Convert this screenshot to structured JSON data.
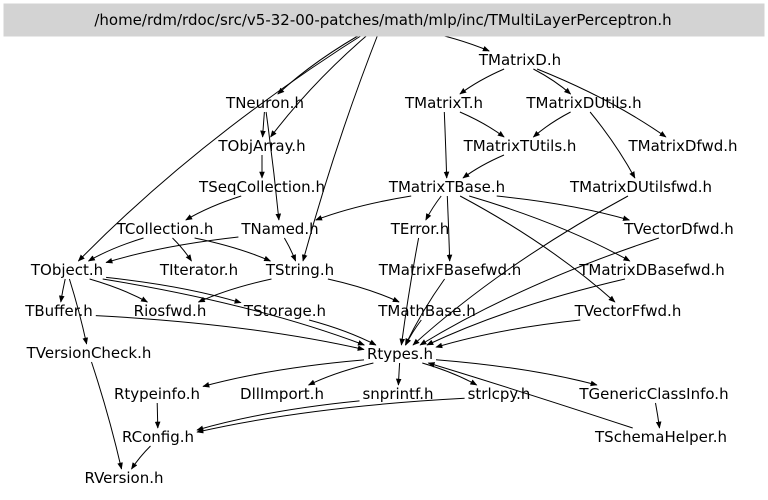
{
  "title": "/home/rdm/rdoc/src/v5-32-00-patches/math/mlp/inc/TMultiLayerPerceptron.h",
  "colors": {
    "root_fill": "#d3d3d3",
    "edge": "#000000",
    "text": "#000000",
    "background": "#ffffff"
  },
  "nodes": [
    {
      "id": "root",
      "label": "/home/rdm/rdoc/src/v5-32-00-patches/math/mlp/inc/TMultiLayerPerceptron.h",
      "root": true
    },
    {
      "id": "TMatrixD",
      "label": "TMatrixD.h"
    },
    {
      "id": "TNeuron",
      "label": "TNeuron.h"
    },
    {
      "id": "TMatrixT",
      "label": "TMatrixT.h"
    },
    {
      "id": "TMatrixDUtils",
      "label": "TMatrixDUtils.h"
    },
    {
      "id": "TObjArray",
      "label": "TObjArray.h"
    },
    {
      "id": "TMatrixTUtils",
      "label": "TMatrixTUtils.h"
    },
    {
      "id": "TMatrixDfwd",
      "label": "TMatrixDfwd.h"
    },
    {
      "id": "TSeqCollection",
      "label": "TSeqCollection.h"
    },
    {
      "id": "TMatrixTBase",
      "label": "TMatrixTBase.h"
    },
    {
      "id": "TMatrixDUtilsfwd",
      "label": "TMatrixDUtilsfwd.h"
    },
    {
      "id": "TCollection",
      "label": "TCollection.h"
    },
    {
      "id": "TNamed",
      "label": "TNamed.h"
    },
    {
      "id": "TError",
      "label": "TError.h"
    },
    {
      "id": "TVectorDfwd",
      "label": "TVectorDfwd.h"
    },
    {
      "id": "TObject",
      "label": "TObject.h"
    },
    {
      "id": "TIterator",
      "label": "TIterator.h"
    },
    {
      "id": "TString",
      "label": "TString.h"
    },
    {
      "id": "TMatrixFBasefwd",
      "label": "TMatrixFBasefwd.h"
    },
    {
      "id": "TMatrixDBasefwd",
      "label": "TMatrixDBasefwd.h"
    },
    {
      "id": "TBuffer",
      "label": "TBuffer.h"
    },
    {
      "id": "Riosfwd",
      "label": "Riosfwd.h"
    },
    {
      "id": "TStorage",
      "label": "TStorage.h"
    },
    {
      "id": "TMathBase",
      "label": "TMathBase.h"
    },
    {
      "id": "TVectorFfwd",
      "label": "TVectorFfwd.h"
    },
    {
      "id": "TVersionCheck",
      "label": "TVersionCheck.h"
    },
    {
      "id": "Rtypes",
      "label": "Rtypes.h"
    },
    {
      "id": "Rtypeinfo",
      "label": "Rtypeinfo.h"
    },
    {
      "id": "DllImport",
      "label": "DllImport.h"
    },
    {
      "id": "snprintf",
      "label": "snprintf.h"
    },
    {
      "id": "strlcpy",
      "label": "strlcpy.h"
    },
    {
      "id": "TGenericClassInfo",
      "label": "TGenericClassInfo.h"
    },
    {
      "id": "RConfig",
      "label": "RConfig.h"
    },
    {
      "id": "TSchemaHelper",
      "label": "TSchemaHelper.h"
    },
    {
      "id": "RVersion",
      "label": "RVersion.h"
    }
  ],
  "edges": [
    [
      "root",
      "TMatrixD"
    ],
    [
      "root",
      "TNeuron"
    ],
    [
      "root",
      "TObjArray"
    ],
    [
      "root",
      "TObject"
    ],
    [
      "root",
      "TString"
    ],
    [
      "TMatrixD",
      "TMatrixT"
    ],
    [
      "TMatrixD",
      "TMatrixDUtils"
    ],
    [
      "TMatrixD",
      "TMatrixDfwd"
    ],
    [
      "TNeuron",
      "TObjArray"
    ],
    [
      "TNeuron",
      "TNamed"
    ],
    [
      "TObjArray",
      "TSeqCollection"
    ],
    [
      "TSeqCollection",
      "TCollection"
    ],
    [
      "TCollection",
      "TObject"
    ],
    [
      "TCollection",
      "TIterator"
    ],
    [
      "TCollection",
      "TString"
    ],
    [
      "TNamed",
      "TObject"
    ],
    [
      "TNamed",
      "TString"
    ],
    [
      "TMatrixT",
      "TMatrixTBase"
    ],
    [
      "TMatrixT",
      "TMatrixTUtils"
    ],
    [
      "TMatrixDUtils",
      "TMatrixTUtils"
    ],
    [
      "TMatrixDUtils",
      "TMatrixDUtilsfwd"
    ],
    [
      "TMatrixTUtils",
      "TMatrixTBase"
    ],
    [
      "TMatrixTBase",
      "TNamed"
    ],
    [
      "TMatrixTBase",
      "TError"
    ],
    [
      "TMatrixTBase",
      "TVectorDfwd"
    ],
    [
      "TMatrixTBase",
      "TMatrixFBasefwd"
    ],
    [
      "TMatrixTBase",
      "TMatrixDBasefwd"
    ],
    [
      "TMatrixTBase",
      "TVectorFfwd"
    ],
    [
      "TMatrixDUtilsfwd",
      "Rtypes"
    ],
    [
      "TError",
      "Rtypes"
    ],
    [
      "TVectorDfwd",
      "Rtypes"
    ],
    [
      "TMatrixFBasefwd",
      "Rtypes"
    ],
    [
      "TMatrixDBasefwd",
      "Rtypes"
    ],
    [
      "TVectorFfwd",
      "Rtypes"
    ],
    [
      "TObject",
      "TBuffer"
    ],
    [
      "TObject",
      "Riosfwd"
    ],
    [
      "TObject",
      "TStorage"
    ],
    [
      "TObject",
      "TVersionCheck"
    ],
    [
      "TObject",
      "Rtypes"
    ],
    [
      "TString",
      "TMathBase"
    ],
    [
      "TString",
      "Riosfwd"
    ],
    [
      "TStorage",
      "Rtypes"
    ],
    [
      "TMathBase",
      "Rtypes"
    ],
    [
      "TBuffer",
      "Rtypes"
    ],
    [
      "TVersionCheck",
      "RVersion"
    ],
    [
      "Rtypes",
      "Rtypeinfo"
    ],
    [
      "Rtypes",
      "DllImport"
    ],
    [
      "Rtypes",
      "snprintf"
    ],
    [
      "Rtypes",
      "strlcpy"
    ],
    [
      "Rtypes",
      "TGenericClassInfo"
    ],
    [
      "Rtypeinfo",
      "RConfig"
    ],
    [
      "snprintf",
      "RConfig"
    ],
    [
      "strlcpy",
      "RConfig"
    ],
    [
      "TGenericClassInfo",
      "TSchemaHelper"
    ],
    [
      "TSchemaHelper",
      "Rtypes"
    ],
    [
      "RConfig",
      "RVersion"
    ]
  ]
}
